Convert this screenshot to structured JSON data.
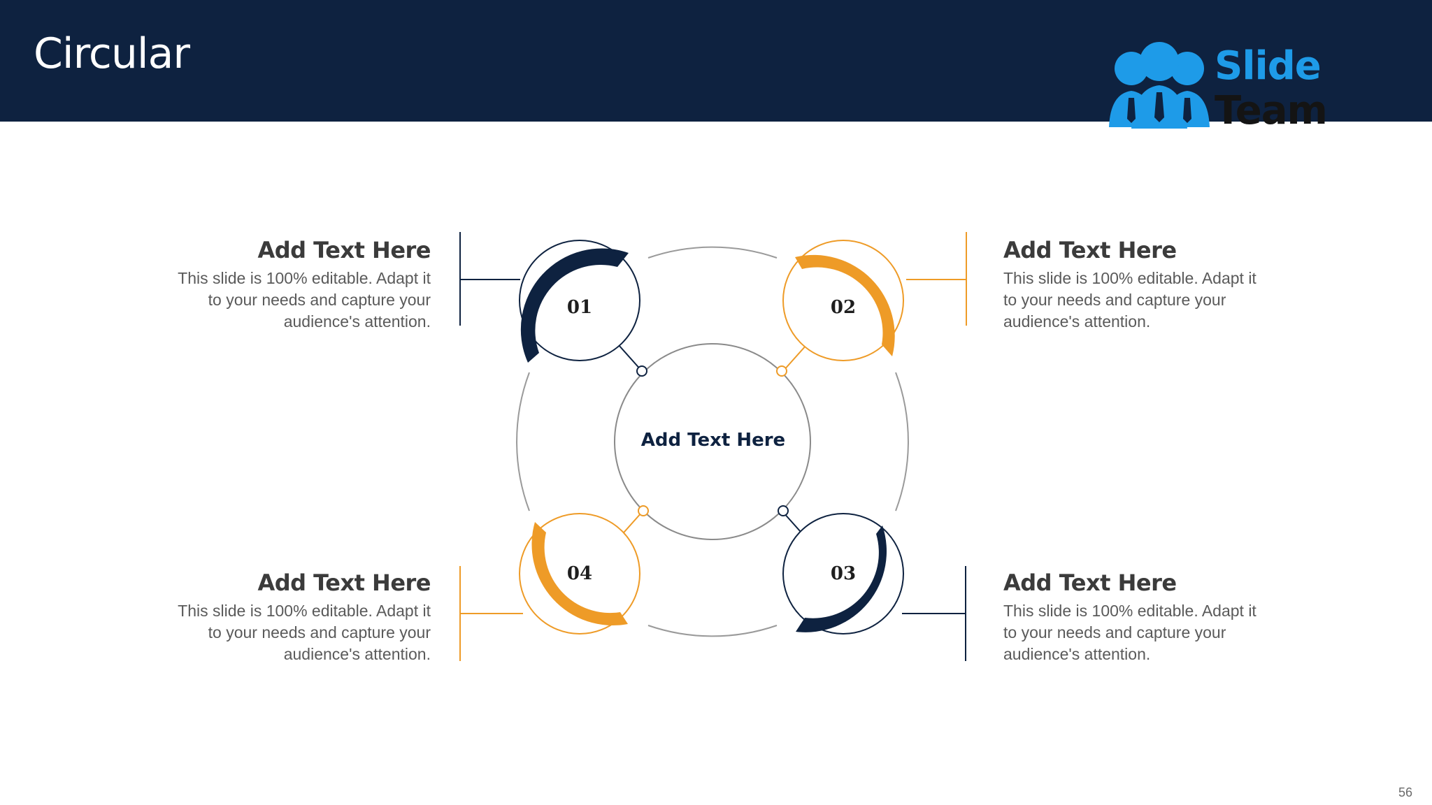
{
  "slide": {
    "title": "Circular",
    "page_number": "56"
  },
  "logo": {
    "word1": "Slide",
    "word2": "Team"
  },
  "center": {
    "label": "Add Text Here"
  },
  "steps": [
    {
      "number": "01",
      "heading": "Add Text Here",
      "body": "This slide is 100% editable. Adapt it to your needs and capture your audience's attention.",
      "color": "#0e2240"
    },
    {
      "number": "02",
      "heading": "Add Text Here",
      "body": "This slide is 100% editable. Adapt it to your needs and capture your audience's attention.",
      "color": "#ee9b27"
    },
    {
      "number": "03",
      "heading": "Add Text Here",
      "body": "This slide is 100% editable. Adapt it to your needs and capture your audience's attention.",
      "color": "#0e2240"
    },
    {
      "number": "04",
      "heading": "Add Text Here",
      "body": "This slide is 100% editable. Adapt it to your needs and capture your audience's attention.",
      "color": "#ee9b27"
    }
  ],
  "colors": {
    "navy": "#0e2240",
    "orange": "#ee9b27",
    "gray_line": "#9a9a9a",
    "logo_blue": "#1e9be8"
  }
}
